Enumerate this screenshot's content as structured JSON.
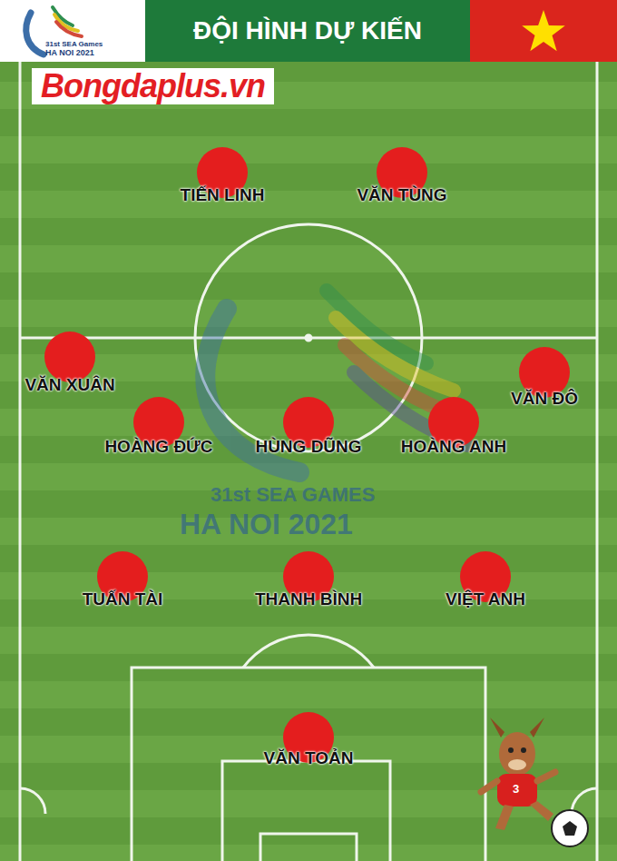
{
  "diagram": {
    "title": "ĐỘI HÌNH DỰ KIẾN",
    "nodes": [
      {
        "text": [
          "TIẾN LINH"
        ]
      },
      {
        "text": [
          "VĂN TÙNG"
        ]
      },
      {
        "text": [
          "VĂN XUÂN"
        ]
      },
      {
        "text": [
          "VĂN ĐÔ"
        ]
      },
      {
        "text": [
          "HOÀNG ĐỨC"
        ]
      },
      {
        "text": [
          "HÙNG DŨNG"
        ]
      },
      {
        "text": [
          "HOÀNG ANH"
        ]
      },
      {
        "text": [
          "TUẤN TÀI"
        ]
      },
      {
        "text": [
          "THANH BÌNH"
        ]
      },
      {
        "text": [
          "VIỆT ANH"
        ]
      },
      {
        "text": [
          "VĂN TOẢN"
        ]
      }
    ],
    "labels": [
      "Bongdaplus.vn",
      "31st SEA Games",
      "HA NOI 2021",
      "31st SEA GAMES",
      "HA NOI 2021",
      "3"
    ]
  }
}
